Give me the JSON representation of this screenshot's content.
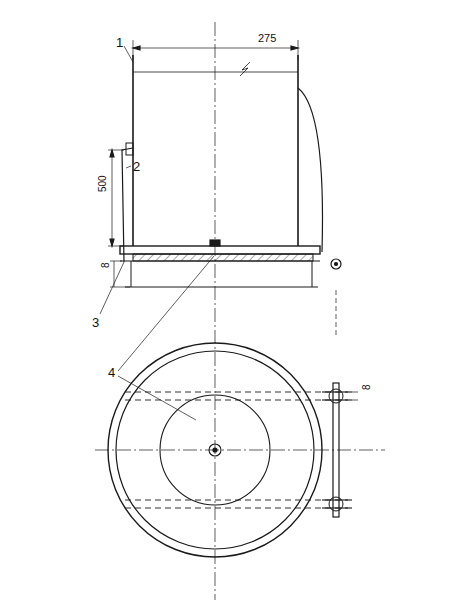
{
  "diagram": {
    "labels": [
      "275",
      "1",
      "2",
      "500",
      "3",
      "4",
      "8",
      "8"
    ]
  }
}
